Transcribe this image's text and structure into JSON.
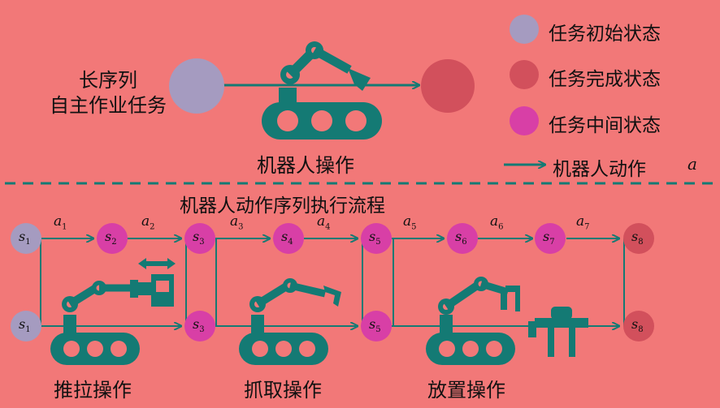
{
  "top": {
    "task_title_line1": "长序列",
    "task_title_line2": "自主作业任务",
    "robot_operation": "机器人操作"
  },
  "legend": {
    "initial": "任务初始状态",
    "complete": "任务完成状态",
    "intermediate": "任务中间状态",
    "action": "机器人动作",
    "action_symbol": "a"
  },
  "sequence": {
    "title": "机器人动作序列执行流程",
    "states": [
      {
        "base": "s",
        "sub": "1"
      },
      {
        "base": "s",
        "sub": "2"
      },
      {
        "base": "s",
        "sub": "3"
      },
      {
        "base": "s",
        "sub": "4"
      },
      {
        "base": "s",
        "sub": "5"
      },
      {
        "base": "s",
        "sub": "6"
      },
      {
        "base": "s",
        "sub": "7"
      },
      {
        "base": "s",
        "sub": "8"
      }
    ],
    "actions": [
      {
        "base": "a",
        "sub": "1"
      },
      {
        "base": "a",
        "sub": "2"
      },
      {
        "base": "a",
        "sub": "3"
      },
      {
        "base": "a",
        "sub": "4"
      },
      {
        "base": "a",
        "sub": "5"
      },
      {
        "base": "a",
        "sub": "6"
      },
      {
        "base": "a",
        "sub": "7"
      }
    ],
    "bottom_states": [
      {
        "base": "s",
        "sub": "1"
      },
      {
        "base": "s",
        "sub": "3"
      },
      {
        "base": "s",
        "sub": "5"
      },
      {
        "base": "s",
        "sub": "8"
      }
    ],
    "operations": [
      "推拉操作",
      "抓取操作",
      "放置操作"
    ]
  },
  "colors": {
    "background": "#f27878",
    "initial_state": "#a59bc0",
    "complete_state": "#d2505c",
    "intermediate_state": "#d83fa6",
    "robot_teal": "#147a74"
  }
}
